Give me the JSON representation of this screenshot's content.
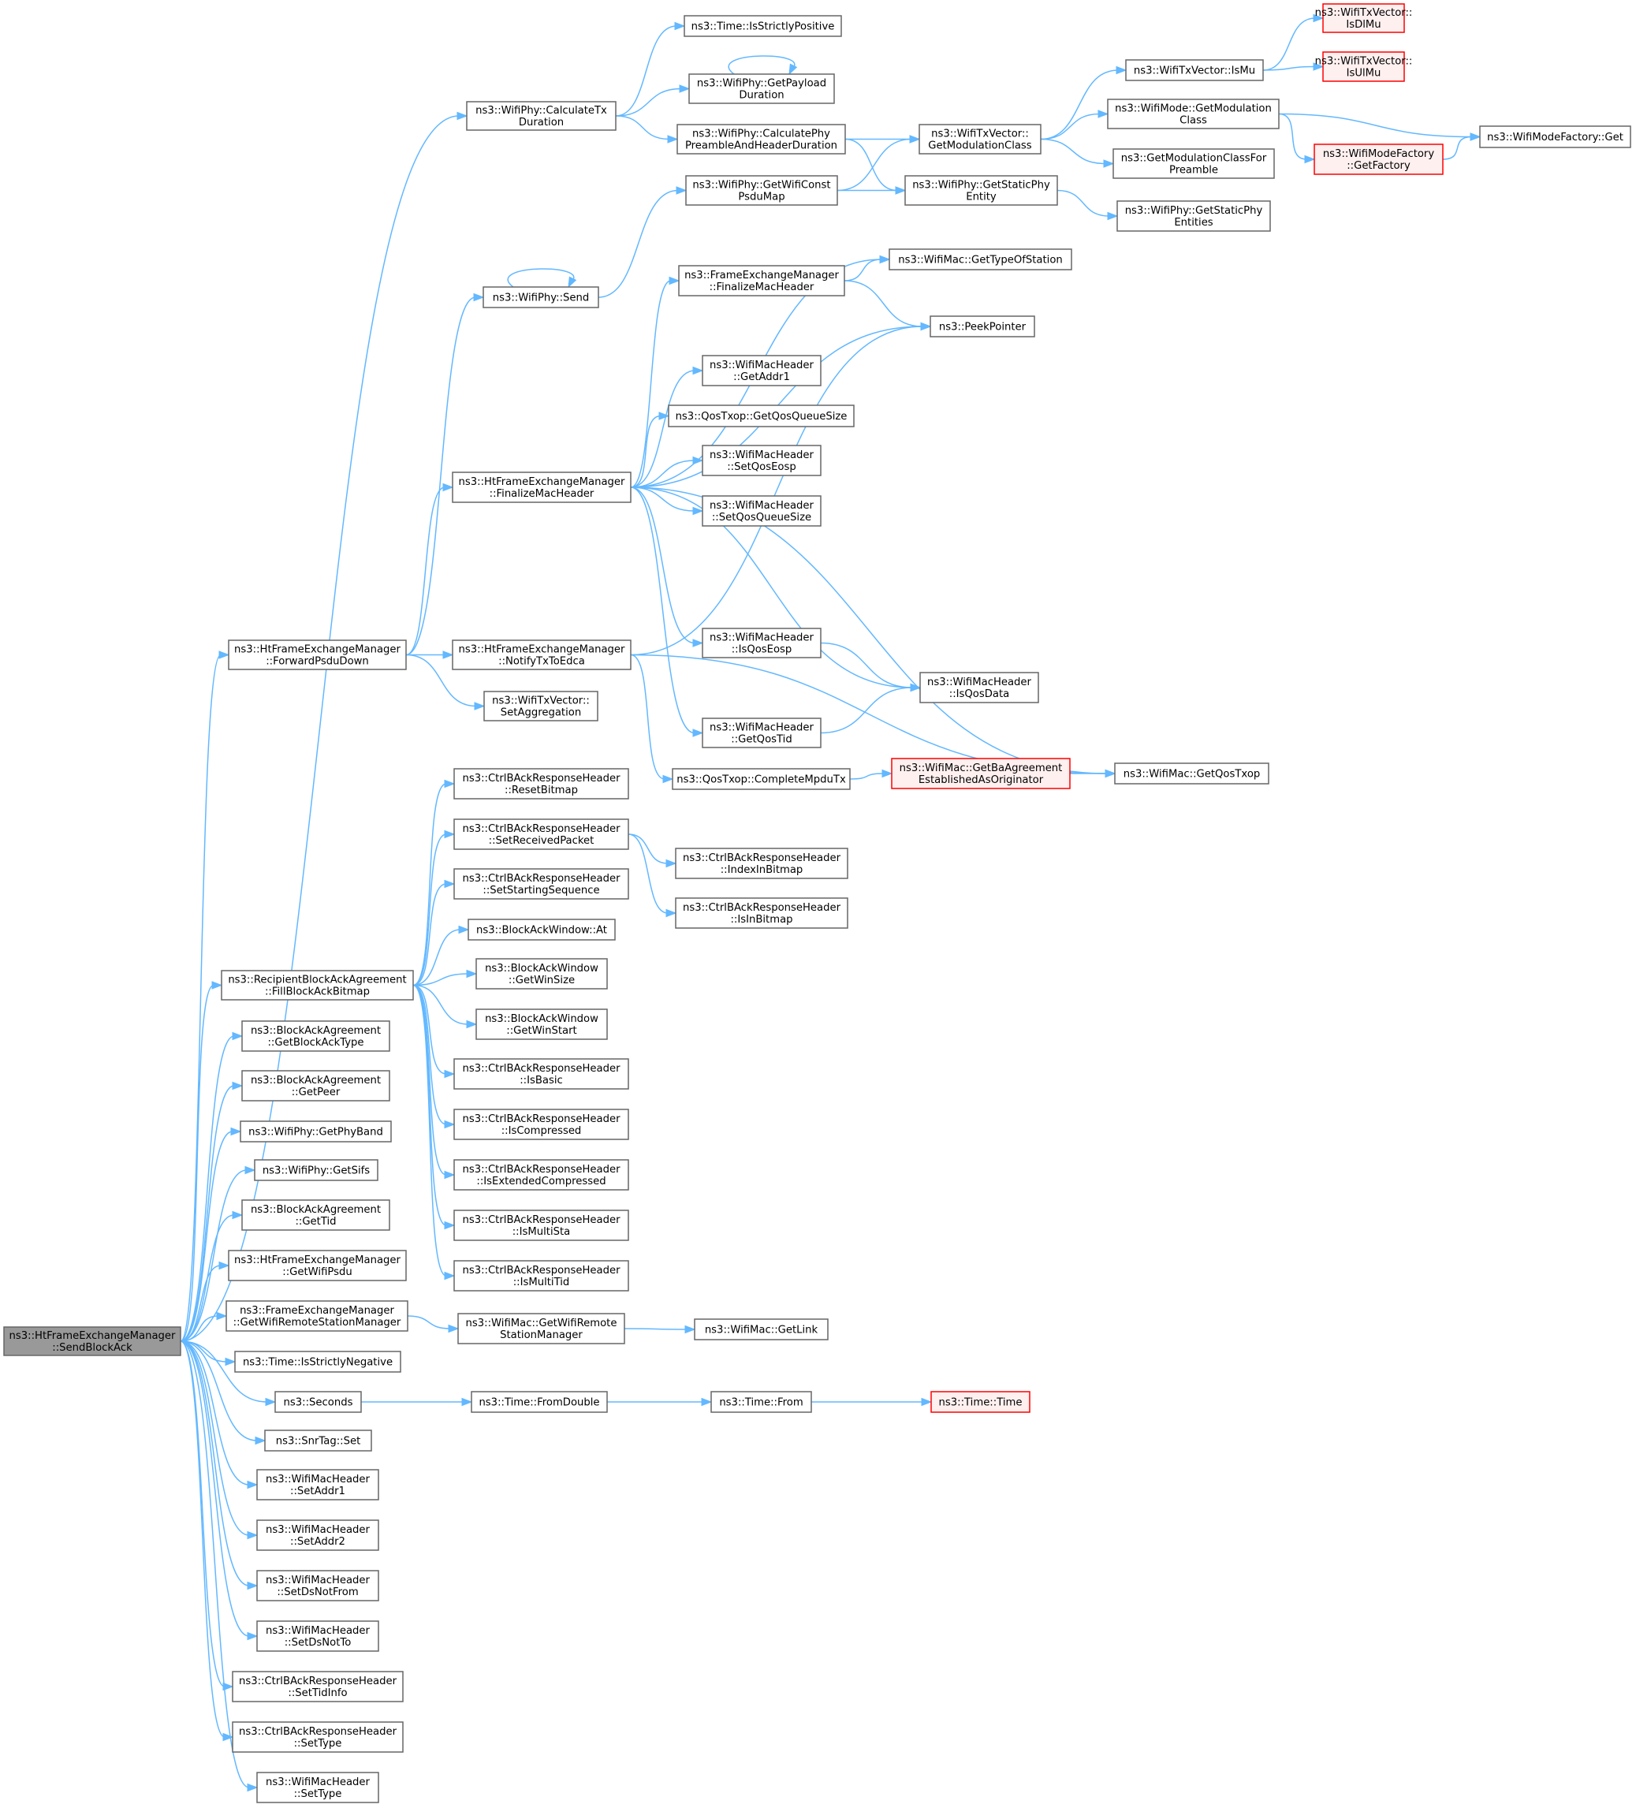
{
  "diagram": {
    "type": "call-graph",
    "colors": {
      "edge": "#63b8ff",
      "node_border": "#666666",
      "root_fill": "#999999",
      "truncated_border": "#ff0000",
      "truncated_fill": "#fff0f0"
    },
    "nodes": [
      {
        "id": "root",
        "lines": [
          "ns3::HtFrameExchangeManager",
          "::SendBlockAck"
        ],
        "kind": "root"
      },
      {
        "id": "calcTx",
        "lines": [
          "ns3::WifiPhy::CalculateTx",
          "Duration"
        ]
      },
      {
        "id": "isStrictPos",
        "lines": [
          "ns3::Time::IsStrictlyPositive"
        ]
      },
      {
        "id": "getPayload",
        "lines": [
          "ns3::WifiPhy::GetPayload",
          "Duration"
        ]
      },
      {
        "id": "calcPhyPre",
        "lines": [
          "ns3::WifiPhy::CalculatePhy",
          "PreambleAndHeaderDuration"
        ]
      },
      {
        "id": "isDlMu",
        "lines": [
          "ns3::WifiTxVector::",
          "IsDlMu"
        ],
        "kind": "truncated"
      },
      {
        "id": "isUlMu",
        "lines": [
          "ns3::WifiTxVector::",
          "IsUlMu"
        ],
        "kind": "truncated"
      },
      {
        "id": "isMu",
        "lines": [
          "ns3::WifiTxVector::IsMu"
        ]
      },
      {
        "id": "getModClassMode",
        "lines": [
          "ns3::WifiMode::GetModulation",
          "Class"
        ]
      },
      {
        "id": "getModClassTx",
        "lines": [
          "ns3::WifiTxVector::",
          "GetModulationClass"
        ]
      },
      {
        "id": "wmfGet",
        "lines": [
          "ns3::WifiModeFactory::Get"
        ]
      },
      {
        "id": "wmfGetFactory",
        "lines": [
          "ns3::WifiModeFactory",
          "::GetFactory"
        ],
        "kind": "truncated"
      },
      {
        "id": "getModClassPre",
        "lines": [
          "ns3::GetModulationClassFor",
          "Preamble"
        ]
      },
      {
        "id": "getWifiConst",
        "lines": [
          "ns3::WifiPhy::GetWifiConst",
          "PsduMap"
        ]
      },
      {
        "id": "getStaticEntity",
        "lines": [
          "ns3::WifiPhy::GetStaticPhy",
          "Entity"
        ]
      },
      {
        "id": "getStaticEntities",
        "lines": [
          "ns3::WifiPhy::GetStaticPhy",
          "Entities"
        ]
      },
      {
        "id": "getTypeOfStation",
        "lines": [
          "ns3::WifiMac::GetTypeOfStation"
        ]
      },
      {
        "id": "send",
        "lines": [
          "ns3::WifiPhy::Send"
        ]
      },
      {
        "id": "femFinalize",
        "lines": [
          "ns3::FrameExchangeManager",
          "::FinalizeMacHeader"
        ]
      },
      {
        "id": "peekPointer",
        "lines": [
          "ns3::PeekPointer"
        ]
      },
      {
        "id": "getAddr1",
        "lines": [
          "ns3::WifiMacHeader",
          "::GetAddr1"
        ]
      },
      {
        "id": "getQosQueueSize",
        "lines": [
          "ns3::QosTxop::GetQosQueueSize"
        ]
      },
      {
        "id": "htFinalize",
        "lines": [
          "ns3::HtFrameExchangeManager",
          "::FinalizeMacHeader"
        ]
      },
      {
        "id": "setQosEosp",
        "lines": [
          "ns3::WifiMacHeader",
          "::SetQosEosp"
        ]
      },
      {
        "id": "setQosQueueSize",
        "lines": [
          "ns3::WifiMacHeader",
          "::SetQosQueueSize"
        ]
      },
      {
        "id": "isQosEosp",
        "lines": [
          "ns3::WifiMacHeader",
          "::IsQosEosp"
        ]
      },
      {
        "id": "forwardPsdu",
        "lines": [
          "ns3::HtFrameExchangeManager",
          "::ForwardPsduDown"
        ]
      },
      {
        "id": "notifyTx",
        "lines": [
          "ns3::HtFrameExchangeManager",
          "::NotifyTxToEdca"
        ]
      },
      {
        "id": "isQosData",
        "lines": [
          "ns3::WifiMacHeader",
          "::IsQosData"
        ]
      },
      {
        "id": "setAggregation",
        "lines": [
          "ns3::WifiTxVector::",
          "SetAggregation"
        ]
      },
      {
        "id": "getQosTid",
        "lines": [
          "ns3::WifiMacHeader",
          "::GetQosTid"
        ]
      },
      {
        "id": "completeMpdu",
        "lines": [
          "ns3::QosTxop::CompleteMpduTx"
        ]
      },
      {
        "id": "getBaAgreement",
        "lines": [
          "ns3::WifiMac::GetBaAgreement",
          "EstablishedAsOriginator"
        ],
        "kind": "truncated"
      },
      {
        "id": "getQosTxop",
        "lines": [
          "ns3::WifiMac::GetQosTxop"
        ]
      },
      {
        "id": "resetBitmap",
        "lines": [
          "ns3::CtrlBAckResponseHeader",
          "::ResetBitmap"
        ]
      },
      {
        "id": "setReceived",
        "lines": [
          "ns3::CtrlBAckResponseHeader",
          "::SetReceivedPacket"
        ]
      },
      {
        "id": "indexInBitmap",
        "lines": [
          "ns3::CtrlBAckResponseHeader",
          "::IndexInBitmap"
        ]
      },
      {
        "id": "setStartSeq",
        "lines": [
          "ns3::CtrlBAckResponseHeader",
          "::SetStartingSequence"
        ]
      },
      {
        "id": "isInBitmap",
        "lines": [
          "ns3::CtrlBAckResponseHeader",
          "::IsInBitmap"
        ]
      },
      {
        "id": "bawAt",
        "lines": [
          "ns3::BlockAckWindow::At"
        ]
      },
      {
        "id": "fillBitmap",
        "lines": [
          "ns3::RecipientBlockAckAgreement",
          "::FillBlockAckBitmap"
        ]
      },
      {
        "id": "getWinSize",
        "lines": [
          "ns3::BlockAckWindow",
          "::GetWinSize"
        ]
      },
      {
        "id": "getWinStart",
        "lines": [
          "ns3::BlockAckWindow",
          "::GetWinStart"
        ]
      },
      {
        "id": "getBlockAckType",
        "lines": [
          "ns3::BlockAckAgreement",
          "::GetBlockAckType"
        ]
      },
      {
        "id": "isBasic",
        "lines": [
          "ns3::CtrlBAckResponseHeader",
          "::IsBasic"
        ]
      },
      {
        "id": "getPeer",
        "lines": [
          "ns3::BlockAckAgreement",
          "::GetPeer"
        ]
      },
      {
        "id": "isCompressed",
        "lines": [
          "ns3::CtrlBAckResponseHeader",
          "::IsCompressed"
        ]
      },
      {
        "id": "getPhyBand",
        "lines": [
          "ns3::WifiPhy::GetPhyBand"
        ]
      },
      {
        "id": "isExtCompressed",
        "lines": [
          "ns3::CtrlBAckResponseHeader",
          "::IsExtendedCompressed"
        ]
      },
      {
        "id": "getSifs",
        "lines": [
          "ns3::WifiPhy::GetSifs"
        ]
      },
      {
        "id": "getTid",
        "lines": [
          "ns3::BlockAckAgreement",
          "::GetTid"
        ]
      },
      {
        "id": "isMultiSta",
        "lines": [
          "ns3::CtrlBAckResponseHeader",
          "::IsMultiSta"
        ]
      },
      {
        "id": "getWifiPsdu",
        "lines": [
          "ns3::HtFrameExchangeManager",
          "::GetWifiPsdu"
        ]
      },
      {
        "id": "isMultiTid",
        "lines": [
          "ns3::CtrlBAckResponseHeader",
          "::IsMultiTid"
        ]
      },
      {
        "id": "femGetRsm",
        "lines": [
          "ns3::FrameExchangeManager",
          "::GetWifiRemoteStationManager"
        ]
      },
      {
        "id": "macGetRsm",
        "lines": [
          "ns3::WifiMac::GetWifiRemote",
          "StationManager"
        ]
      },
      {
        "id": "getLink",
        "lines": [
          "ns3::WifiMac::GetLink"
        ]
      },
      {
        "id": "isStrictNeg",
        "lines": [
          "ns3::Time::IsStrictlyNegative"
        ]
      },
      {
        "id": "seconds",
        "lines": [
          "ns3::Seconds"
        ]
      },
      {
        "id": "fromDouble",
        "lines": [
          "ns3::Time::FromDouble"
        ]
      },
      {
        "id": "timeFrom",
        "lines": [
          "ns3::Time::From"
        ]
      },
      {
        "id": "timeTime",
        "lines": [
          "ns3::Time::Time"
        ],
        "kind": "truncated"
      },
      {
        "id": "snrSet",
        "lines": [
          "ns3::SnrTag::Set"
        ]
      },
      {
        "id": "setAddr1",
        "lines": [
          "ns3::WifiMacHeader",
          "::SetAddr1"
        ]
      },
      {
        "id": "setAddr2",
        "lines": [
          "ns3::WifiMacHeader",
          "::SetAddr2"
        ]
      },
      {
        "id": "setDsNotFrom",
        "lines": [
          "ns3::WifiMacHeader",
          "::SetDsNotFrom"
        ]
      },
      {
        "id": "setDsNotTo",
        "lines": [
          "ns3::WifiMacHeader",
          "::SetDsNotTo"
        ]
      },
      {
        "id": "setTidInfo",
        "lines": [
          "ns3::CtrlBAckResponseHeader",
          "::SetTidInfo"
        ]
      },
      {
        "id": "ctrlSetType",
        "lines": [
          "ns3::CtrlBAckResponseHeader",
          "::SetType"
        ]
      },
      {
        "id": "macSetType",
        "lines": [
          "ns3::WifiMacHeader",
          "::SetType"
        ]
      }
    ],
    "edges": [
      [
        "root",
        "calcTx"
      ],
      [
        "root",
        "forwardPsdu"
      ],
      [
        "root",
        "fillBitmap"
      ],
      [
        "root",
        "getBlockAckType"
      ],
      [
        "root",
        "getPeer"
      ],
      [
        "root",
        "getPhyBand"
      ],
      [
        "root",
        "getSifs"
      ],
      [
        "root",
        "getTid"
      ],
      [
        "root",
        "getWifiPsdu"
      ],
      [
        "root",
        "femGetRsm"
      ],
      [
        "root",
        "isStrictNeg"
      ],
      [
        "root",
        "seconds"
      ],
      [
        "root",
        "snrSet"
      ],
      [
        "root",
        "setAddr1"
      ],
      [
        "root",
        "setAddr2"
      ],
      [
        "root",
        "setDsNotFrom"
      ],
      [
        "root",
        "setDsNotTo"
      ],
      [
        "root",
        "setTidInfo"
      ],
      [
        "root",
        "ctrlSetType"
      ],
      [
        "root",
        "macSetType"
      ],
      [
        "calcTx",
        "isStrictPos"
      ],
      [
        "calcTx",
        "getPayload"
      ],
      [
        "calcTx",
        "calcPhyPre"
      ],
      [
        "getPayload",
        "getPayload"
      ],
      [
        "calcPhyPre",
        "getModClassTx"
      ],
      [
        "calcPhyPre",
        "getStaticEntity"
      ],
      [
        "getModClassTx",
        "isMu"
      ],
      [
        "getModClassTx",
        "getModClassMode"
      ],
      [
        "getModClassTx",
        "getModClassPre"
      ],
      [
        "isMu",
        "isDlMu"
      ],
      [
        "isMu",
        "isUlMu"
      ],
      [
        "getModClassMode",
        "wmfGet"
      ],
      [
        "getModClassMode",
        "wmfGetFactory"
      ],
      [
        "wmfGetFactory",
        "wmfGet"
      ],
      [
        "getWifiConst",
        "getModClassTx"
      ],
      [
        "getWifiConst",
        "getStaticEntity"
      ],
      [
        "getStaticEntity",
        "getStaticEntities"
      ],
      [
        "send",
        "send"
      ],
      [
        "send",
        "getWifiConst"
      ],
      [
        "forwardPsdu",
        "send"
      ],
      [
        "forwardPsdu",
        "htFinalize"
      ],
      [
        "forwardPsdu",
        "notifyTx"
      ],
      [
        "forwardPsdu",
        "setAggregation"
      ],
      [
        "femFinalize",
        "getTypeOfStation"
      ],
      [
        "femFinalize",
        "peekPointer"
      ],
      [
        "htFinalize",
        "femFinalize"
      ],
      [
        "htFinalize",
        "getTypeOfStation"
      ],
      [
        "htFinalize",
        "peekPointer"
      ],
      [
        "htFinalize",
        "getAddr1"
      ],
      [
        "htFinalize",
        "getQosQueueSize"
      ],
      [
        "htFinalize",
        "setQosEosp"
      ],
      [
        "htFinalize",
        "setQosQueueSize"
      ],
      [
        "htFinalize",
        "isQosEosp"
      ],
      [
        "htFinalize",
        "isQosData"
      ],
      [
        "htFinalize",
        "getQosTid"
      ],
      [
        "htFinalize",
        "getQosTxop"
      ],
      [
        "isQosEosp",
        "isQosData"
      ],
      [
        "getQosTid",
        "isQosData"
      ],
      [
        "notifyTx",
        "peekPointer"
      ],
      [
        "notifyTx",
        "completeMpdu"
      ],
      [
        "notifyTx",
        "getQosTxop"
      ],
      [
        "completeMpdu",
        "getBaAgreement"
      ],
      [
        "getBaAgreement",
        "getQosTxop"
      ],
      [
        "fillBitmap",
        "resetBitmap"
      ],
      [
        "fillBitmap",
        "setReceived"
      ],
      [
        "fillBitmap",
        "setStartSeq"
      ],
      [
        "fillBitmap",
        "bawAt"
      ],
      [
        "fillBitmap",
        "getWinSize"
      ],
      [
        "fillBitmap",
        "getWinStart"
      ],
      [
        "fillBitmap",
        "isBasic"
      ],
      [
        "fillBitmap",
        "isCompressed"
      ],
      [
        "fillBitmap",
        "isExtCompressed"
      ],
      [
        "fillBitmap",
        "isMultiSta"
      ],
      [
        "fillBitmap",
        "isMultiTid"
      ],
      [
        "setReceived",
        "indexInBitmap"
      ],
      [
        "setReceived",
        "isInBitmap"
      ],
      [
        "femGetRsm",
        "macGetRsm"
      ],
      [
        "macGetRsm",
        "getLink"
      ],
      [
        "seconds",
        "fromDouble"
      ],
      [
        "fromDouble",
        "timeFrom"
      ],
      [
        "timeFrom",
        "timeTime"
      ]
    ]
  }
}
